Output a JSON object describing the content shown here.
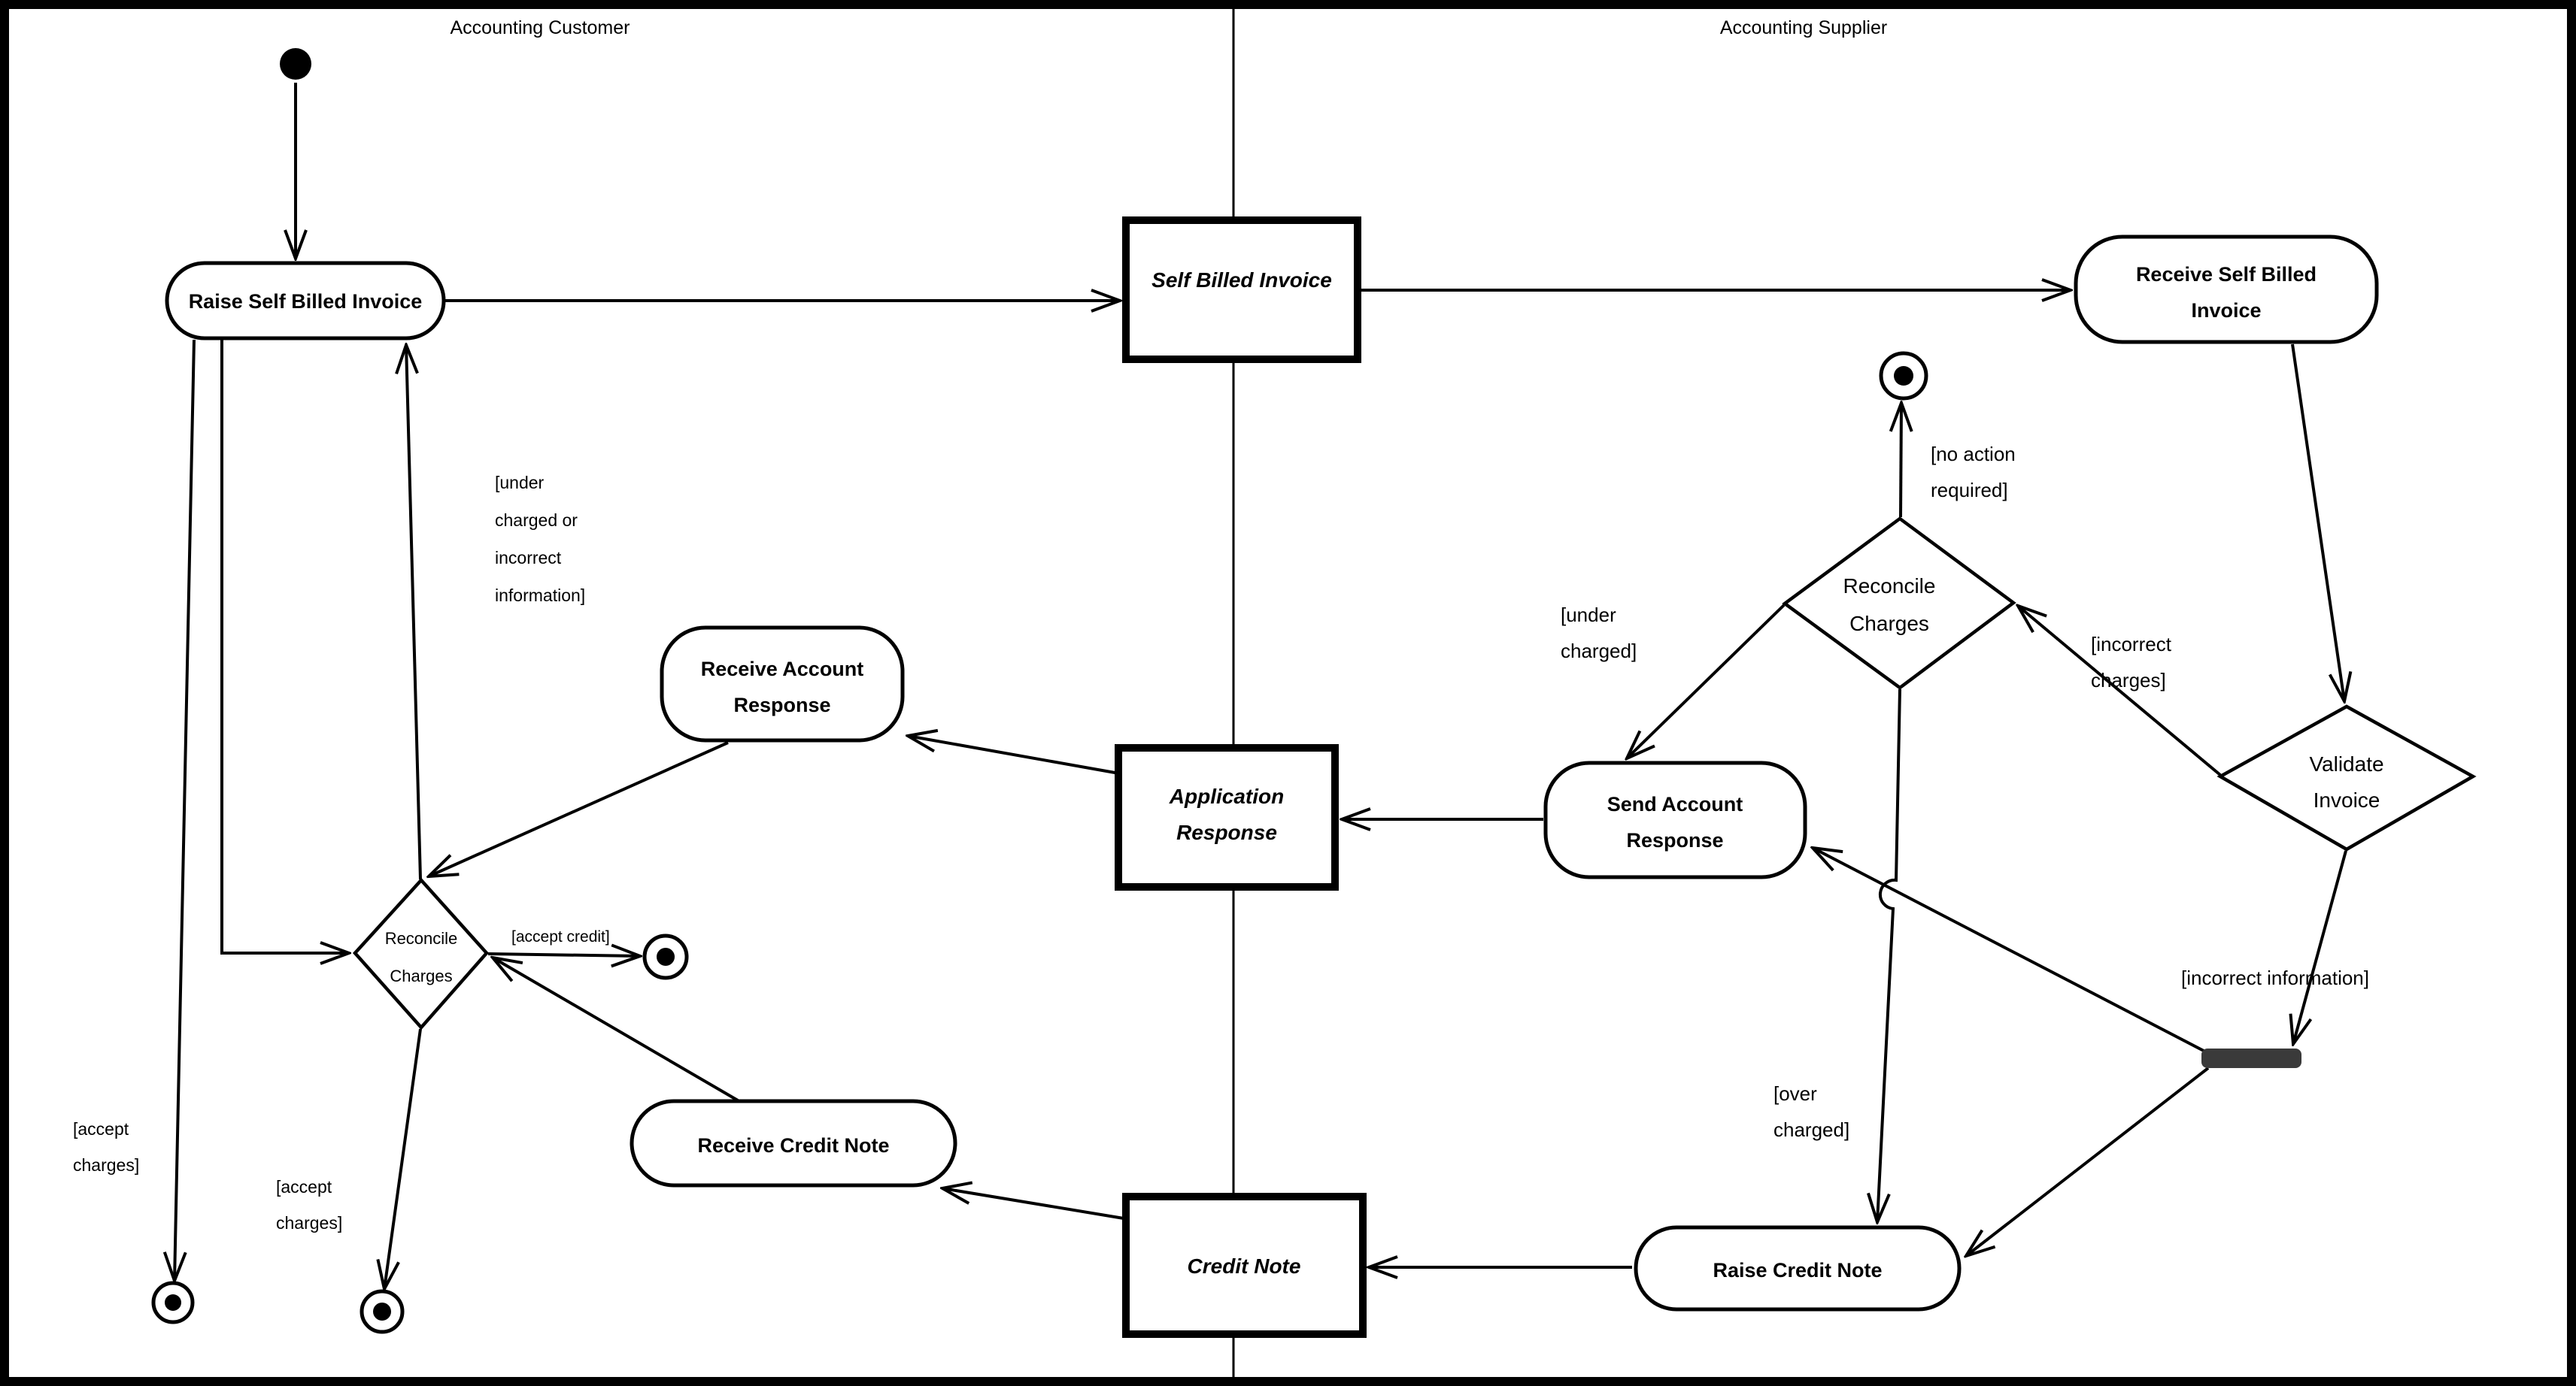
{
  "diagram": {
    "lanes": {
      "customer": {
        "title": "Accounting Customer"
      },
      "supplier": {
        "title": "Accounting Supplier"
      }
    },
    "nodes": {
      "raise_self_billed_invoice": {
        "lines": [
          "Raise Self Billed Invoice"
        ]
      },
      "self_billed_invoice": {
        "lines": [
          "Self Billed Invoice"
        ]
      },
      "receive_self_billed_invoice": {
        "lines": [
          "Receive Self Billed",
          "Invoice"
        ]
      },
      "receive_account_response": {
        "lines": [
          "Receive Account",
          "Response"
        ]
      },
      "application_response": {
        "lines": [
          "Application",
          "Response"
        ]
      },
      "send_account_response": {
        "lines": [
          "Send Account",
          "Response"
        ]
      },
      "reconcile_charges_customer": {
        "lines": [
          "Reconcile",
          "Charges"
        ]
      },
      "reconcile_charges_supplier": {
        "lines": [
          "Reconcile",
          "Charges"
        ]
      },
      "validate_invoice": {
        "lines": [
          "Validate",
          "Invoice"
        ]
      },
      "receive_credit_note": {
        "lines": [
          "Receive Credit Note"
        ]
      },
      "credit_note": {
        "lines": [
          "Credit Note"
        ]
      },
      "raise_credit_note": {
        "lines": [
          "Raise Credit Note"
        ]
      }
    },
    "guards": {
      "under_charged_or_incorrect": [
        "[under",
        "charged or",
        "incorrect",
        "information]"
      ],
      "accept_credit": "[accept credit]",
      "accept_charges_left": [
        "[accept",
        "charges]"
      ],
      "accept_charges_mid": [
        "[accept",
        "charges]"
      ],
      "no_action_required": [
        "[no action",
        "required]"
      ],
      "under_charged": [
        "[under",
        "charged]"
      ],
      "incorrect_charges": [
        "[incorrect",
        "charges]"
      ],
      "incorrect_information": "[incorrect information]",
      "over_charged": [
        "[over",
        "charged]"
      ]
    },
    "colors": {
      "stroke": "#000000",
      "background": "#ffffff",
      "fork_bar": "#3a3a3a"
    }
  }
}
